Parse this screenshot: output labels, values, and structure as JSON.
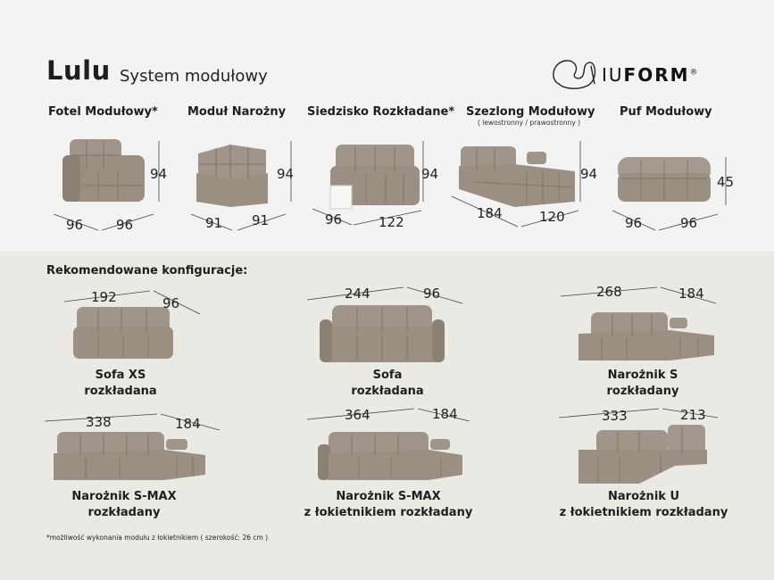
{
  "header": {
    "title": "Lulu",
    "subtitle": "System modułowy"
  },
  "logo": {
    "brand_prefix": "IU",
    "brand_suffix": "FORM",
    "registered": "®"
  },
  "modules": [
    {
      "name": "Fotel Modułowy*",
      "note": "",
      "depth": "96",
      "width": "96",
      "height": "94"
    },
    {
      "name": "Moduł Narożny",
      "note": "",
      "depth": "91",
      "width": "91",
      "height": "94"
    },
    {
      "name": "Siedzisko Rozkładane*",
      "note": "",
      "depth": "96",
      "width": "122",
      "height": "94"
    },
    {
      "name": "Szezlong Modułowy",
      "note": "( lewostronny / prawostronny )",
      "depth": "184",
      "width": "120",
      "height": "94"
    },
    {
      "name": "Puf Modułowy",
      "note": "",
      "depth": "96",
      "width": "96",
      "height": "45"
    }
  ],
  "section_title": "Rekomendowane konfiguracje:",
  "configs": [
    {
      "line1": "Sofa XS",
      "line2": "rozkładana",
      "dim_a": "192",
      "dim_b": "96"
    },
    {
      "line1": "Sofa",
      "line2": "rozkładana",
      "dim_a": "244",
      "dim_b": "96"
    },
    {
      "line1": "Narożnik S",
      "line2": "rozkładany",
      "dim_a": "268",
      "dim_b": "184"
    },
    {
      "line1": "Narożnik S-MAX",
      "line2": "rozkładany",
      "dim_a": "338",
      "dim_b": "184"
    },
    {
      "line1": "Narożnik S-MAX",
      "line2": "z łokietnikiem rozkładany",
      "dim_a": "364",
      "dim_b": "184"
    },
    {
      "line1": "Narożnik U",
      "line2": "z łokietnikiem rozkładany",
      "dim_a": "333",
      "dim_b": "213"
    }
  ],
  "footnote": "*możliwość wykonania modułu z łokietnikiem ( szerokość: 26 cm )",
  "colors": {
    "fabric": "#9b8f83",
    "fabric_dark": "#7f7468",
    "fabric_light": "#b3a99e",
    "top_bg": "#f3f3f3",
    "bottom_bg": "#eae9e3"
  }
}
